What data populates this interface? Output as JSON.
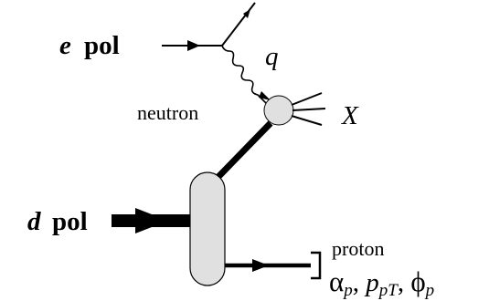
{
  "labels": {
    "e_symbol": "e",
    "e_pol": "pol",
    "q": "q",
    "neutron": "neutron",
    "x": "X",
    "d_symbol": "d",
    "d_pol": "pol",
    "proton": "proton",
    "alpha": "α",
    "alpha_sub": "p",
    "sep1": ", ",
    "p": "p",
    "p_sub": "pT",
    "sep2": ", ",
    "phi": "ϕ",
    "phi_sub": "p"
  },
  "colors": {
    "line": "#000000",
    "blob_fill": "#e0e0e0",
    "background": "#ffffff"
  }
}
